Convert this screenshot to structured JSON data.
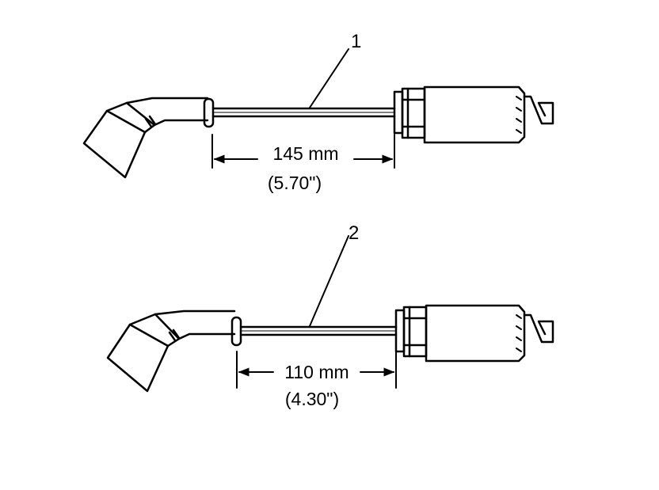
{
  "figure": {
    "colors": {
      "line": "#000000",
      "background": "#ffffff"
    },
    "assemblies": [
      {
        "callout": "1",
        "dimension_metric": "145 mm",
        "dimension_imperial": "(5.70\")"
      },
      {
        "callout": "2",
        "dimension_metric": "110 mm",
        "dimension_imperial": "(4.30\")"
      }
    ]
  }
}
